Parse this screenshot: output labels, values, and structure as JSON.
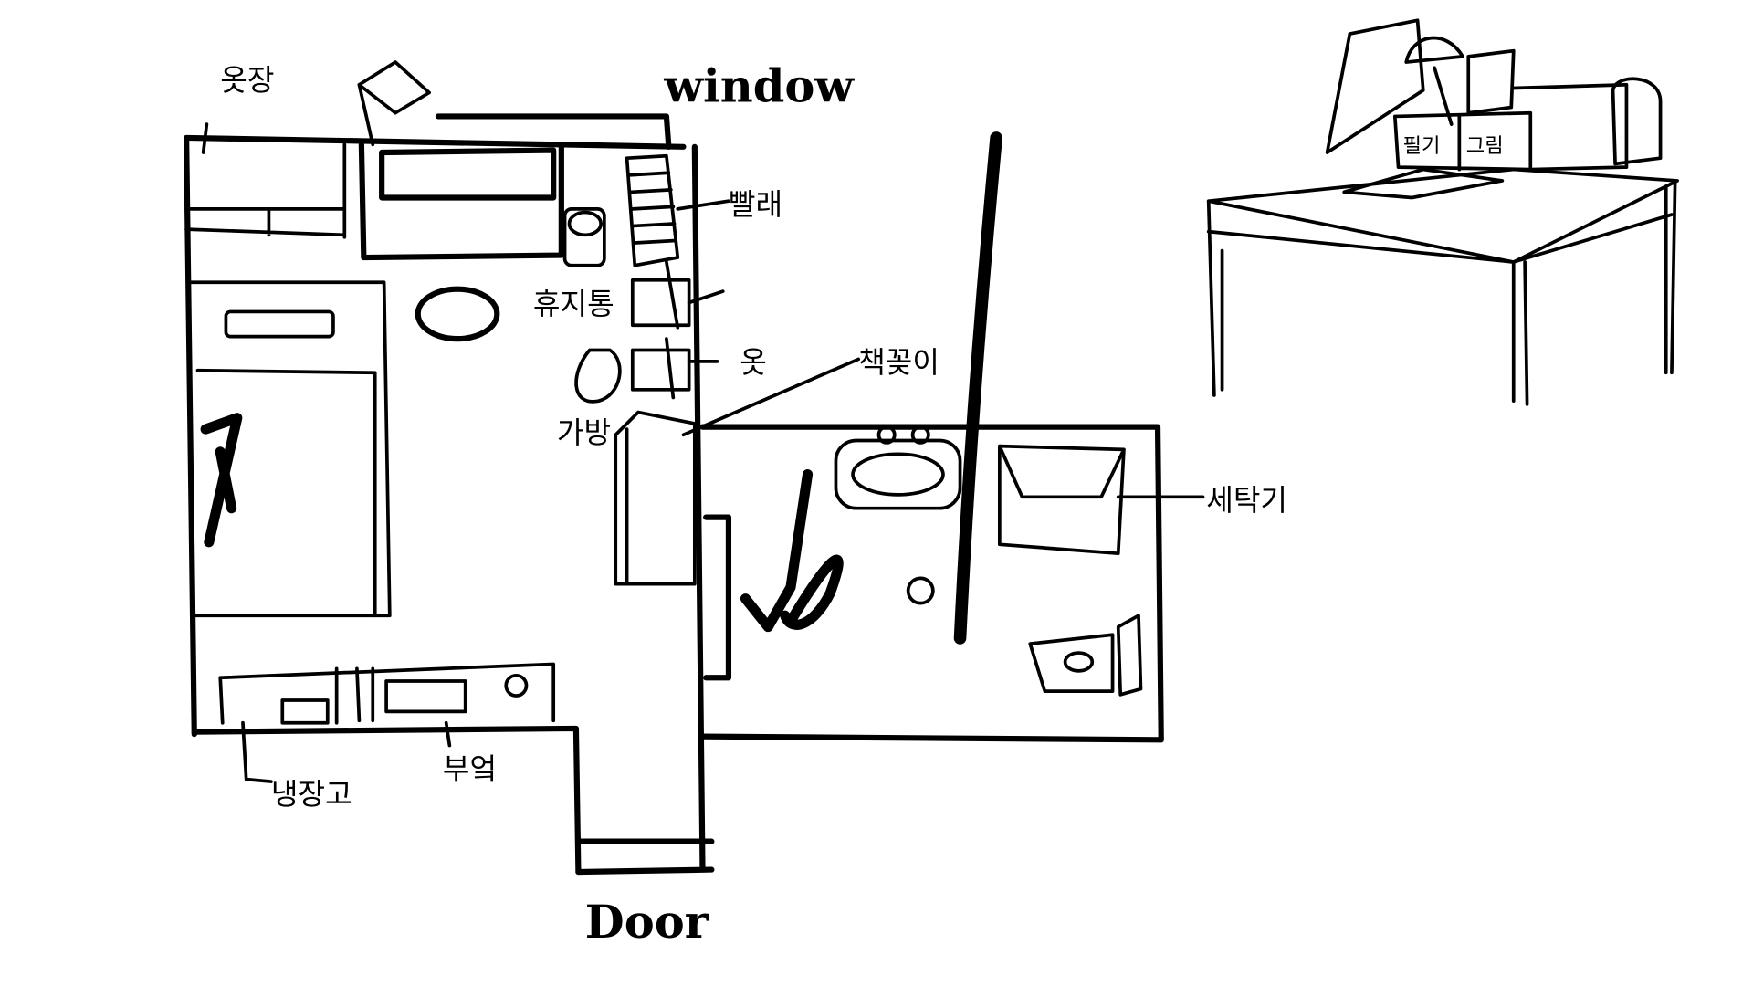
{
  "labels": {
    "wardrobe": "옷장",
    "window": "window",
    "laundry": "빨래",
    "trash": "휴지통",
    "clothes": "옷",
    "bag": "가방",
    "bookshelf": "책꽂이",
    "washer": "세탁기",
    "fridge": "냉장고",
    "kitchen": "부엌",
    "door": "Door",
    "desk_left": "필기",
    "desk_right": "그림"
  },
  "colors": {
    "ink": "#000000",
    "paper": "#ffffff"
  }
}
